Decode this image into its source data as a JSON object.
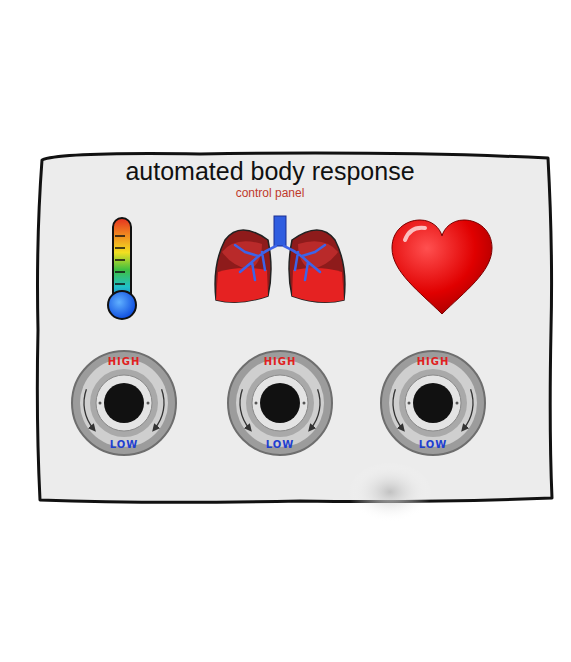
{
  "diagram": {
    "nodes": [
      {
        "text": [
          "automated body response",
          "control panel"
        ]
      },
      {
        "text": [
          "HIGH",
          "LOW"
        ],
        "in": 0
      },
      {
        "text": [
          "HIGH",
          "LOW"
        ],
        "in": 0
      },
      {
        "text": [
          "HIGH",
          "LOW"
        ],
        "in": 0
      }
    ]
  }
}
